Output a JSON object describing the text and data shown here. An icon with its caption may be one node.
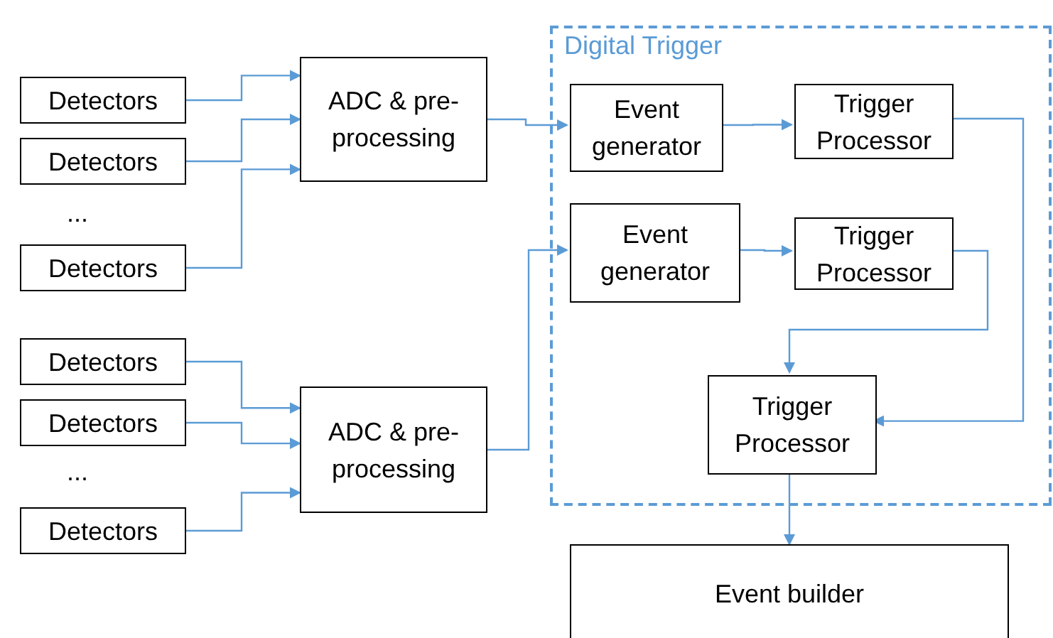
{
  "diagram": {
    "nodes": [
      {
        "text": [
          "Detectors"
        ]
      },
      {
        "text": [
          "Detectors"
        ]
      },
      {
        "text": [
          "Detectors"
        ]
      },
      {
        "text": [
          "ADC & pre-processing"
        ]
      },
      {
        "text": [
          "Detectors"
        ]
      },
      {
        "text": [
          "Detectors"
        ]
      },
      {
        "text": [
          "Detectors"
        ]
      },
      {
        "text": [
          "ADC & pre-processing"
        ]
      },
      {
        "text": [
          "Digital Trigger"
        ]
      },
      {
        "text": [
          "Event generator"
        ],
        "in": 8
      },
      {
        "text": [
          "Trigger Processor"
        ],
        "in": 8
      },
      {
        "text": [
          "Event generator"
        ],
        "in": 8
      },
      {
        "text": [
          "Trigger Processor"
        ],
        "in": 8
      },
      {
        "text": [
          "Trigger Processor"
        ],
        "in": 8
      },
      {
        "text": [
          "Event builder"
        ]
      }
    ],
    "edges": [
      {
        "from": 0,
        "to": 3,
        "arrow": "to"
      },
      {
        "from": 1,
        "to": 3,
        "arrow": "to"
      },
      {
        "from": 2,
        "to": 3,
        "arrow": "to"
      },
      {
        "from": 4,
        "to": 7,
        "arrow": "to"
      },
      {
        "from": 5,
        "to": 7,
        "arrow": "to"
      },
      {
        "from": 6,
        "to": 7,
        "arrow": "to"
      },
      {
        "from": 3,
        "to": 9,
        "arrow": "to"
      },
      {
        "from": 7,
        "to": 11,
        "arrow": "to"
      },
      {
        "from": 9,
        "to": 10,
        "arrow": "to"
      },
      {
        "from": 11,
        "to": 12,
        "arrow": "to"
      },
      {
        "from": 10,
        "to": 13,
        "arrow": "to"
      },
      {
        "from": 12,
        "to": 13,
        "arrow": "to"
      },
      {
        "from": 13,
        "to": 14,
        "arrow": "to"
      }
    ],
    "labels": [
      "...",
      "..."
    ]
  }
}
